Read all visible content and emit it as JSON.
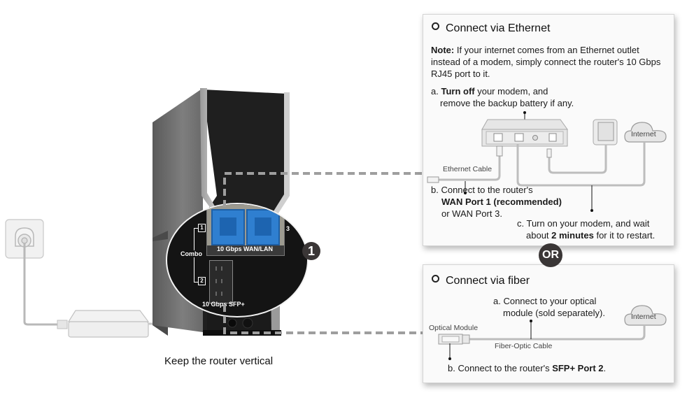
{
  "ethernet_panel": {
    "title": "Connect via Ethernet",
    "note_label": "Note:",
    "note_line1": " If your internet comes from an Ethernet outlet",
    "note_line2": "instead of a modem, simply connect the router's 10 Gbps",
    "note_line3": "RJ45 port to it.",
    "step_a_prefix": "a.",
    "step_a_bold": "Turn off",
    "step_a_rest": " your modem, and",
    "step_a_line2": "remove the backup battery if any.",
    "internet_label": "Internet",
    "cable_label": "Ethernet Cable",
    "step_b_line1": "b. Connect to the router's",
    "step_b_bold": "WAN Port 1 (recommended)",
    "step_b_line3": "or WAN Port 3.",
    "step_c_line1": "c. Turn on your modem, and wait",
    "step_c_pre": "about ",
    "step_c_bold": "2 minutes",
    "step_c_post": " for it to restart."
  },
  "or_badge": "OR",
  "fiber_panel": {
    "title": "Connect via fiber",
    "step_a_line1": "a. Connect to your optical",
    "step_a_line2": "module (sold separately).",
    "internet_label": "Internet",
    "module_label": "Optical Module",
    "cable_label": "Fiber-Optic Cable",
    "step_b_pre": "b. Connect to the router's ",
    "step_b_bold": "SFP+ Port 2",
    "step_b_post": "."
  },
  "router": {
    "port_wan_lan_label": "10 Gbps WAN/LAN",
    "port_sfp_label": "10 Gbps SFP+",
    "combo_label": "Combo",
    "port_1": "1",
    "port_2": "2",
    "port_3": "3",
    "step_badge": "1"
  },
  "caption": "Keep the router vertical",
  "colors": {
    "port_blue": "#2f7fd0",
    "badge_dark": "#3a3636",
    "dashed_line": "#9e9e9e",
    "panel_bg": "#fafafa"
  }
}
